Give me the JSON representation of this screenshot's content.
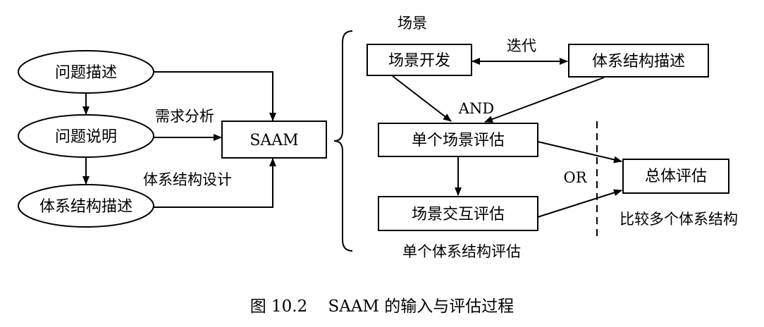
{
  "nodes": {
    "problem_desc": "问题描述",
    "problem_spec": "问题说明",
    "arch_desc_left": "体系结构描述",
    "saam": "SAAM",
    "scenario_dev": "场景开发",
    "arch_desc_right": "体系结构描述",
    "single_scenario_eval": "单个场景评估",
    "scenario_interaction_eval": "场景交互评估",
    "overall_eval": "总体评估"
  },
  "labels": {
    "requirements_analysis": "需求分析",
    "arch_design": "体系结构设计",
    "scenario": "场景",
    "iteration": "迭代",
    "and": "AND",
    "or": "OR",
    "single_arch_eval": "单个体系结构评估",
    "compare_archs": "比较多个体系结构"
  },
  "caption": "图 10.2    SAAM 的输入与评估过程"
}
